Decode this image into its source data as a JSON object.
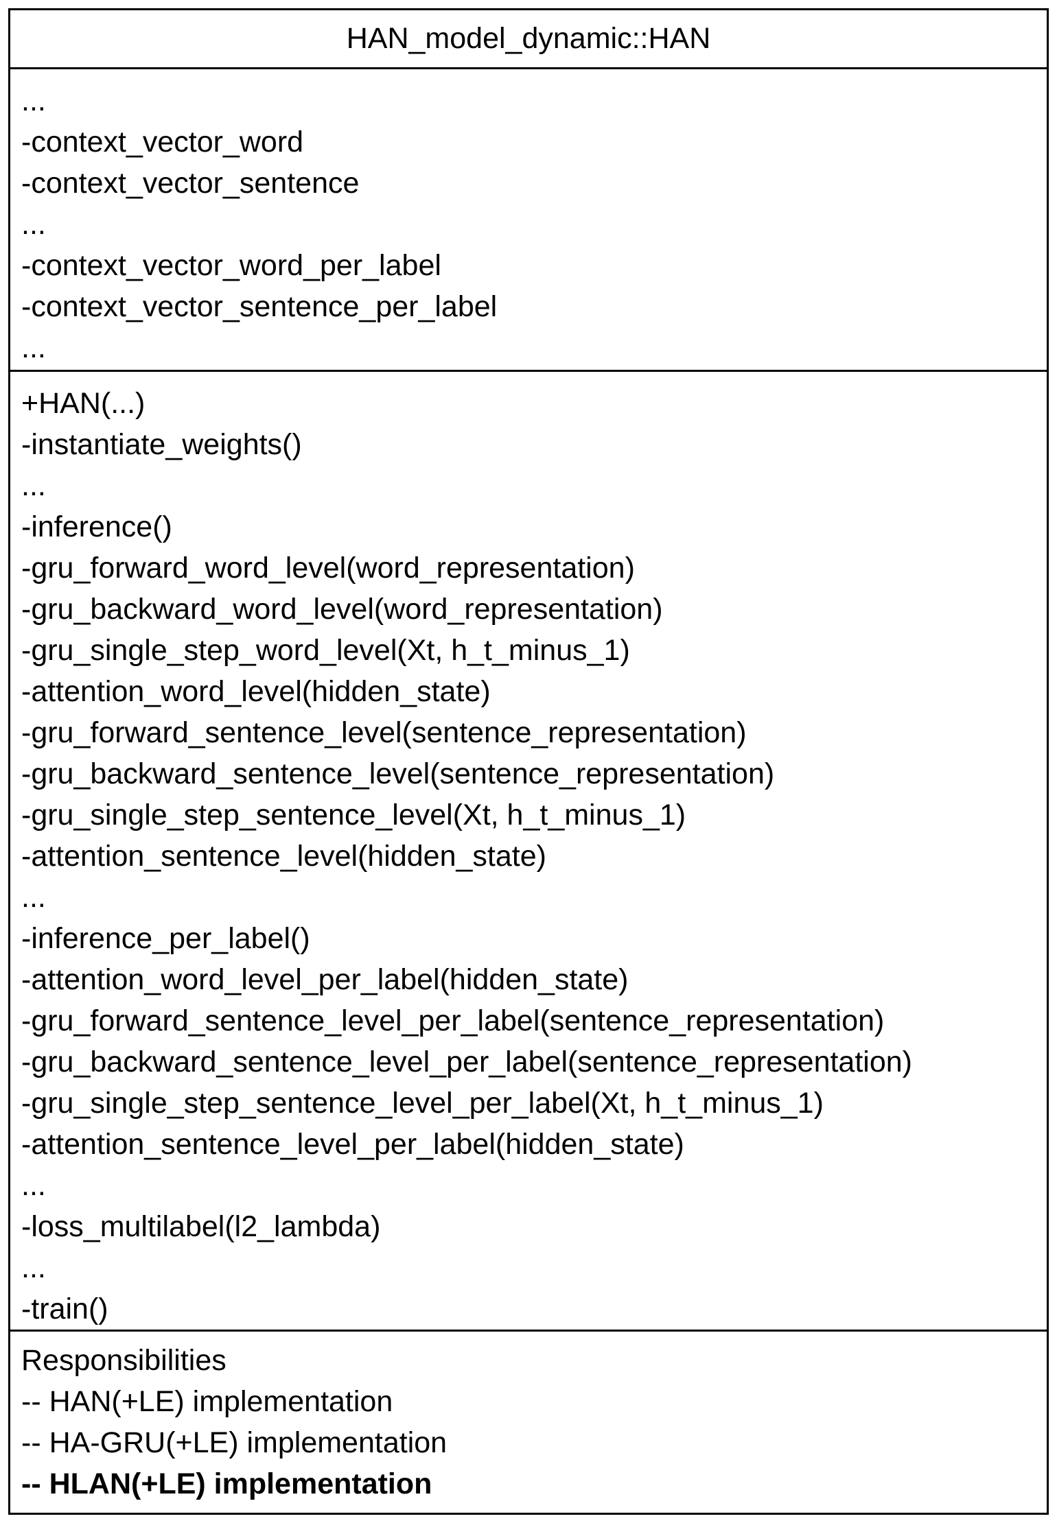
{
  "class_name": "HAN_model_dynamic::HAN",
  "attributes": [
    "...",
    "-context_vector_word",
    "-context_vector_sentence",
    "...",
    "-context_vector_word_per_label",
    "-context_vector_sentence_per_label",
    "..."
  ],
  "operations": [
    "+HAN(...)",
    "-instantiate_weights()",
    "...",
    "-inference()",
    "-gru_forward_word_level(word_representation)",
    "-gru_backward_word_level(word_representation)",
    "-gru_single_step_word_level(Xt, h_t_minus_1)",
    "-attention_word_level(hidden_state)",
    "-gru_forward_sentence_level(sentence_representation)",
    "-gru_backward_sentence_level(sentence_representation)",
    "-gru_single_step_sentence_level(Xt, h_t_minus_1)",
    "-attention_sentence_level(hidden_state)",
    "...",
    "-inference_per_label()",
    "-attention_word_level_per_label(hidden_state)",
    "-gru_forward_sentence_level_per_label(sentence_representation)",
    "-gru_backward_sentence_level_per_label(sentence_representation)",
    "-gru_single_step_sentence_level_per_label(Xt, h_t_minus_1)",
    "-attention_sentence_level_per_label(hidden_state)",
    "...",
    "-loss_multilabel(l2_lambda)",
    "...",
    "-train()"
  ],
  "responsibilities": {
    "heading": "Responsibilities",
    "items": [
      "-- HAN(+LE) implementation",
      "-- HA-GRU(+LE) implementation",
      "-- HLAN(+LE) implementation"
    ],
    "emphasized_item": "-- HLAN(+LE) implementation"
  }
}
